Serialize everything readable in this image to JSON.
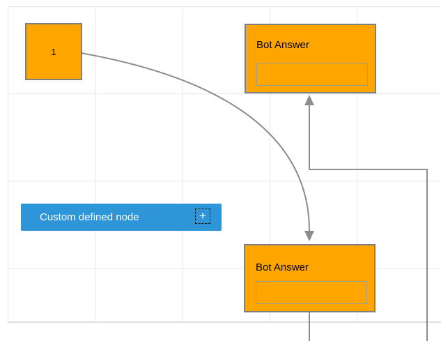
{
  "diagram": {
    "start_node": {
      "label": "1"
    },
    "bot_answer_top": {
      "title": "Bot Answer",
      "input_value": ""
    },
    "bot_answer_bottom": {
      "title": "Bot Answer",
      "input_value": ""
    },
    "custom_node": {
      "label": "Custom defined node",
      "add_button_glyph": "+"
    },
    "colors": {
      "node_fill_orange": "#ffa500",
      "node_border_gray": "#7f7f7f",
      "custom_node_blue": "#2d95d8",
      "connector_gray": "#8c8c8c",
      "grid_line": "#e6e6e6",
      "canvas_edge": "#e0e0e0"
    }
  }
}
